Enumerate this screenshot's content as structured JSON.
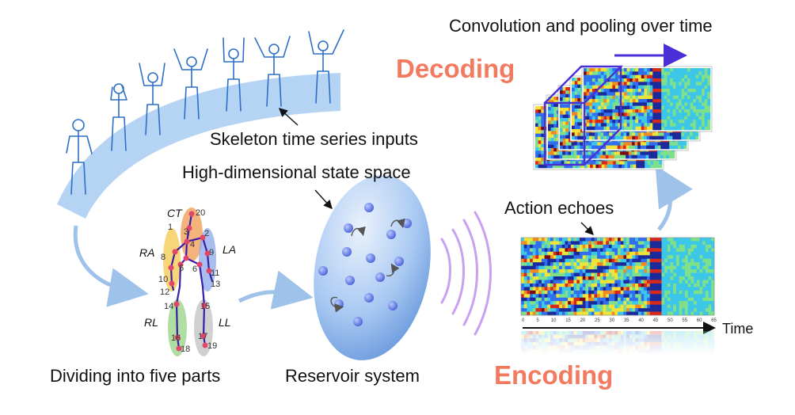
{
  "labels": {
    "skeleton_inputs": "Skeleton time series inputs",
    "state_space": "High-dimensional state space",
    "dividing": "Dividing into five parts",
    "reservoir": "Reservoir system",
    "action_echoes": "Action echoes",
    "time": "Time",
    "convolution": "Convolution and pooling over time",
    "decoding": "Decoding",
    "encoding": "Encoding"
  },
  "body_parts": {
    "ct": "CT",
    "ra": "RA",
    "la": "LA",
    "rl": "RL",
    "ll": "LL"
  },
  "joint_numbers": [
    "20",
    "1",
    "3",
    "2",
    "4",
    "8",
    "9",
    "5",
    "6",
    "10",
    "11",
    "12",
    "13",
    "14",
    "15",
    "16",
    "17",
    "18",
    "19"
  ],
  "echo_axis_ticks": [
    "0",
    "5",
    "10",
    "15",
    "20",
    "25",
    "30",
    "35",
    "40",
    "45",
    "50",
    "55",
    "60",
    "65"
  ],
  "colors": {
    "accent_text": "#f27a5e",
    "band": "#9cc4ef",
    "arrow": "#9fc2ea",
    "reservoir_fill": "#6a9fe0",
    "node": "#6f86e8",
    "wave": "#c9a0f2",
    "pool_box": "#4a2fd6"
  }
}
